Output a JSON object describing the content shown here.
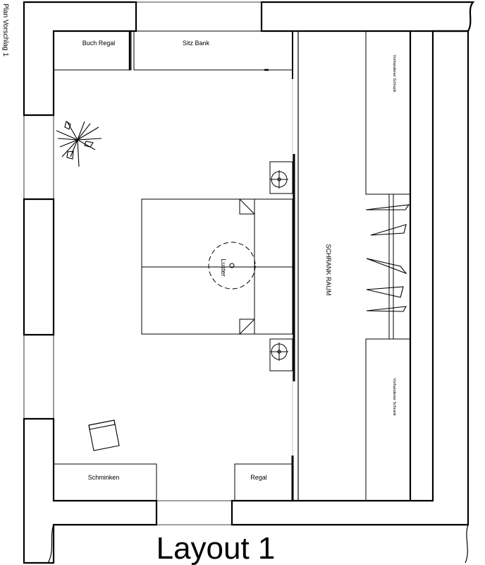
{
  "labels": {
    "plan_title": "Plan Vorschlag 1",
    "layout_title": "Layout 1",
    "buch_regal": "Buch Regal",
    "sitz_bank": "Sitz Bank",
    "schrank_raum": "SCHRANK RAUM",
    "vorhandener_schrank_top": "Vorhandener Schrank",
    "vorhandener_schrank_bottom": "Vorhandener Schrank",
    "luster": "Luster",
    "schminken": "Schminken",
    "regal": "Regal"
  },
  "colors": {
    "stroke": "#000000",
    "background": "#ffffff",
    "glass": "#bbbbbb"
  },
  "icons": [
    "plant-icon",
    "chair-icon",
    "lamp-icon",
    "hanger-icon"
  ]
}
